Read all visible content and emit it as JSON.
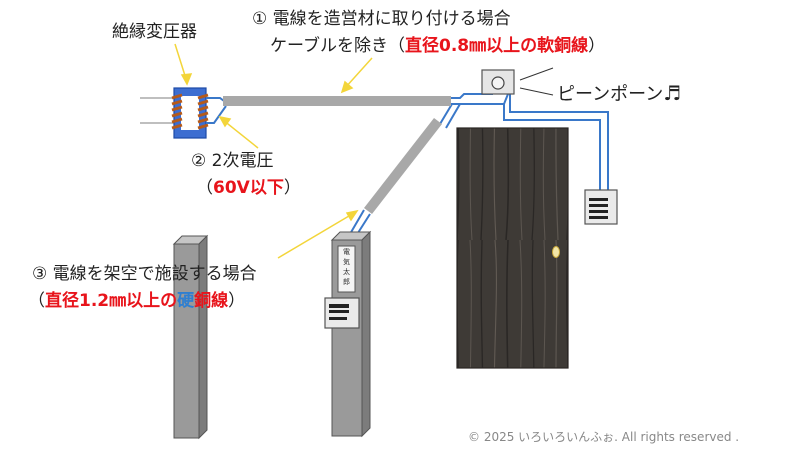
{
  "labels": {
    "transformer": "絶縁変圧器",
    "case1_line1": "① 電線を造営材に取り付ける場合",
    "case1_line2_pre": "ケーブルを除き（",
    "case1_line2_red": "直径0.8㎜以上の軟銅線",
    "case1_line2_post": "）",
    "secondary_line1": "② 2次電圧",
    "secondary_line2_pre": "（",
    "secondary_line2_red": "60V以下",
    "secondary_line2_post": "）",
    "case3_line1": "③ 電線を架空で施設する場合",
    "case3_line2_pre": "（",
    "case3_line2_red": "直径1.2㎜以上の",
    "case3_line2_blue": "硬",
    "case3_line2_red2": "銅線",
    "case3_line2_post": "）",
    "chime_sound": "ピーンポーン",
    "nameplate": "電\n気\n太\n郎",
    "copyright": "© 2025 いろいろいんふぉ.  All rights reserved ."
  },
  "colors": {
    "text": "#222222",
    "red": "#e8141b",
    "blue": "#2f7fd0",
    "wire": "#3a78c9",
    "arrow": "#f3d53a",
    "transformer_body": "#3d6ed1",
    "coil": "#b55a1a",
    "pole": "#9a9a9a",
    "door": "#3e3a36",
    "copyright": "#888888"
  },
  "icons": {
    "music_note": "♬"
  }
}
